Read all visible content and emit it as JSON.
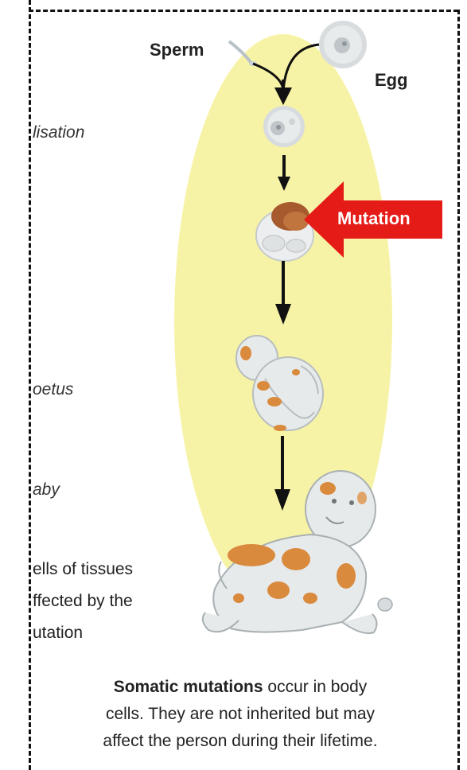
{
  "labels": {
    "sperm": "Sperm",
    "egg": "Egg",
    "fertilisation": "lisation",
    "foetus": "oetus",
    "baby": "aby",
    "cells_line1": "ells of tissues",
    "cells_line2": "ffected by the",
    "cells_line3": "utation",
    "mutation": "Mutation"
  },
  "caption": {
    "bold": "Somatic mutations",
    "line1_rest": " occur in body",
    "line2": "cells. They are not inherited but may",
    "line3": "affect the person during their lifetime."
  },
  "colors": {
    "ellipse": "#f7f3a6",
    "mutation_arrow": "#e51b17",
    "mutation_patch": "#d98a3d",
    "arrow": "#111111"
  }
}
